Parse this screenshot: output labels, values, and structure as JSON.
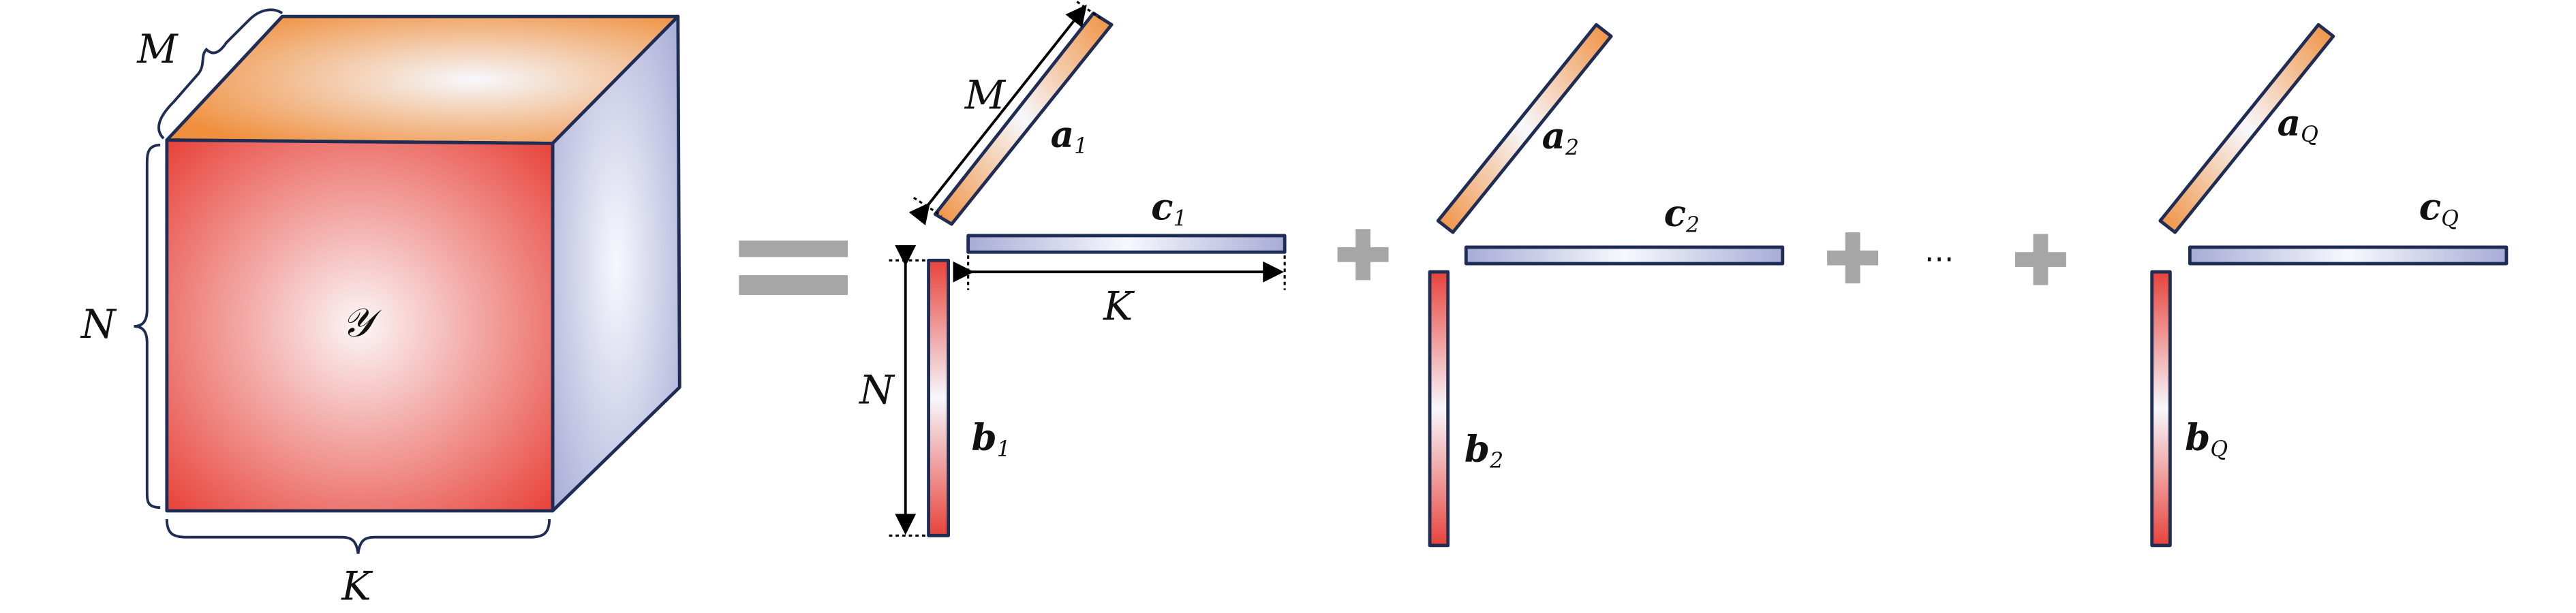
{
  "colors": {
    "outline": "#1f2d55",
    "orange": "#f0903f",
    "red": "#e8433a",
    "blue": "#a8acd6",
    "operator": "#a6a6a6"
  },
  "tensor": {
    "symbol": "𝒴",
    "dims": {
      "M": "M",
      "N": "N",
      "K": "K"
    }
  },
  "component1": {
    "a": {
      "base": "a",
      "sub": "1"
    },
    "b": {
      "base": "b",
      "sub": "1"
    },
    "c": {
      "base": "c",
      "sub": "1"
    },
    "dims": {
      "M": "M",
      "N": "N",
      "K": "K"
    }
  },
  "component2": {
    "a": {
      "base": "a",
      "sub": "2"
    },
    "b": {
      "base": "b",
      "sub": "2"
    },
    "c": {
      "base": "c",
      "sub": "2"
    }
  },
  "componentQ": {
    "a": {
      "base": "a",
      "sub": "Q"
    },
    "b": {
      "base": "b",
      "sub": "Q"
    },
    "c": {
      "base": "c",
      "sub": "Q"
    }
  },
  "ellipsis": "⋯"
}
